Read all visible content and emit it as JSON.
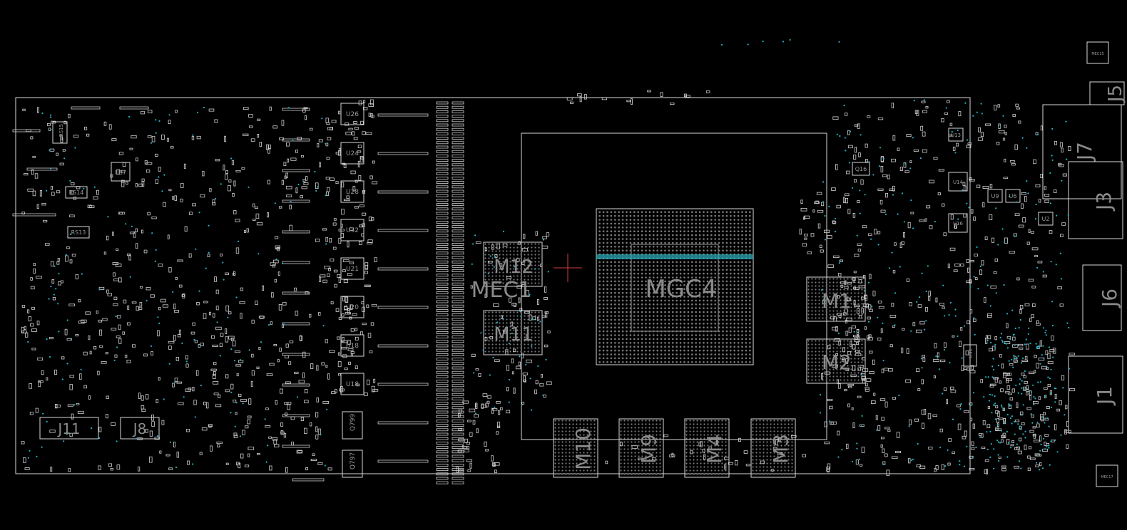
{
  "colors": {
    "background": "#000000",
    "outline": "#d8d8d8",
    "label": "#8a8a8a",
    "via": "#1fb5c4",
    "net_highlight": "#2aa8b5",
    "cursor": "#d04040"
  },
  "icons": {
    "cursor": "crosshair-icon"
  },
  "board": {
    "connectors": {
      "j11": "J11",
      "j8": "J8",
      "j5": "J5",
      "j7": "J7",
      "j3": "J3",
      "j6": "J6",
      "j1": "J1"
    },
    "memory": {
      "m12": "M12",
      "m11": "M11",
      "mec1": "MEC1",
      "m1": "M1",
      "m2": "M2",
      "m10": "M10",
      "m9": "M9",
      "m4": "M4",
      "m3": "M3"
    },
    "gpu": "MGC4",
    "chips": {
      "u26": "U26",
      "u24": "U24",
      "u28": "U28",
      "u32": "U32",
      "u21": "U21",
      "u20": "U20",
      "u18a": "U18",
      "u18b": "U18",
      "q799": "Q799",
      "q797": "Q797",
      "rs15": "RS15",
      "rs14": "RS14",
      "rs13": "RS13",
      "u87": "U87",
      "q16": "Q16",
      "u13": "U13",
      "u14": "U14",
      "u16": "U16",
      "u9": "U9",
      "u6": "U6",
      "u2": "U2",
      "u31": "U31",
      "mec15": "MEC15",
      "mec17": "MEC17"
    }
  }
}
